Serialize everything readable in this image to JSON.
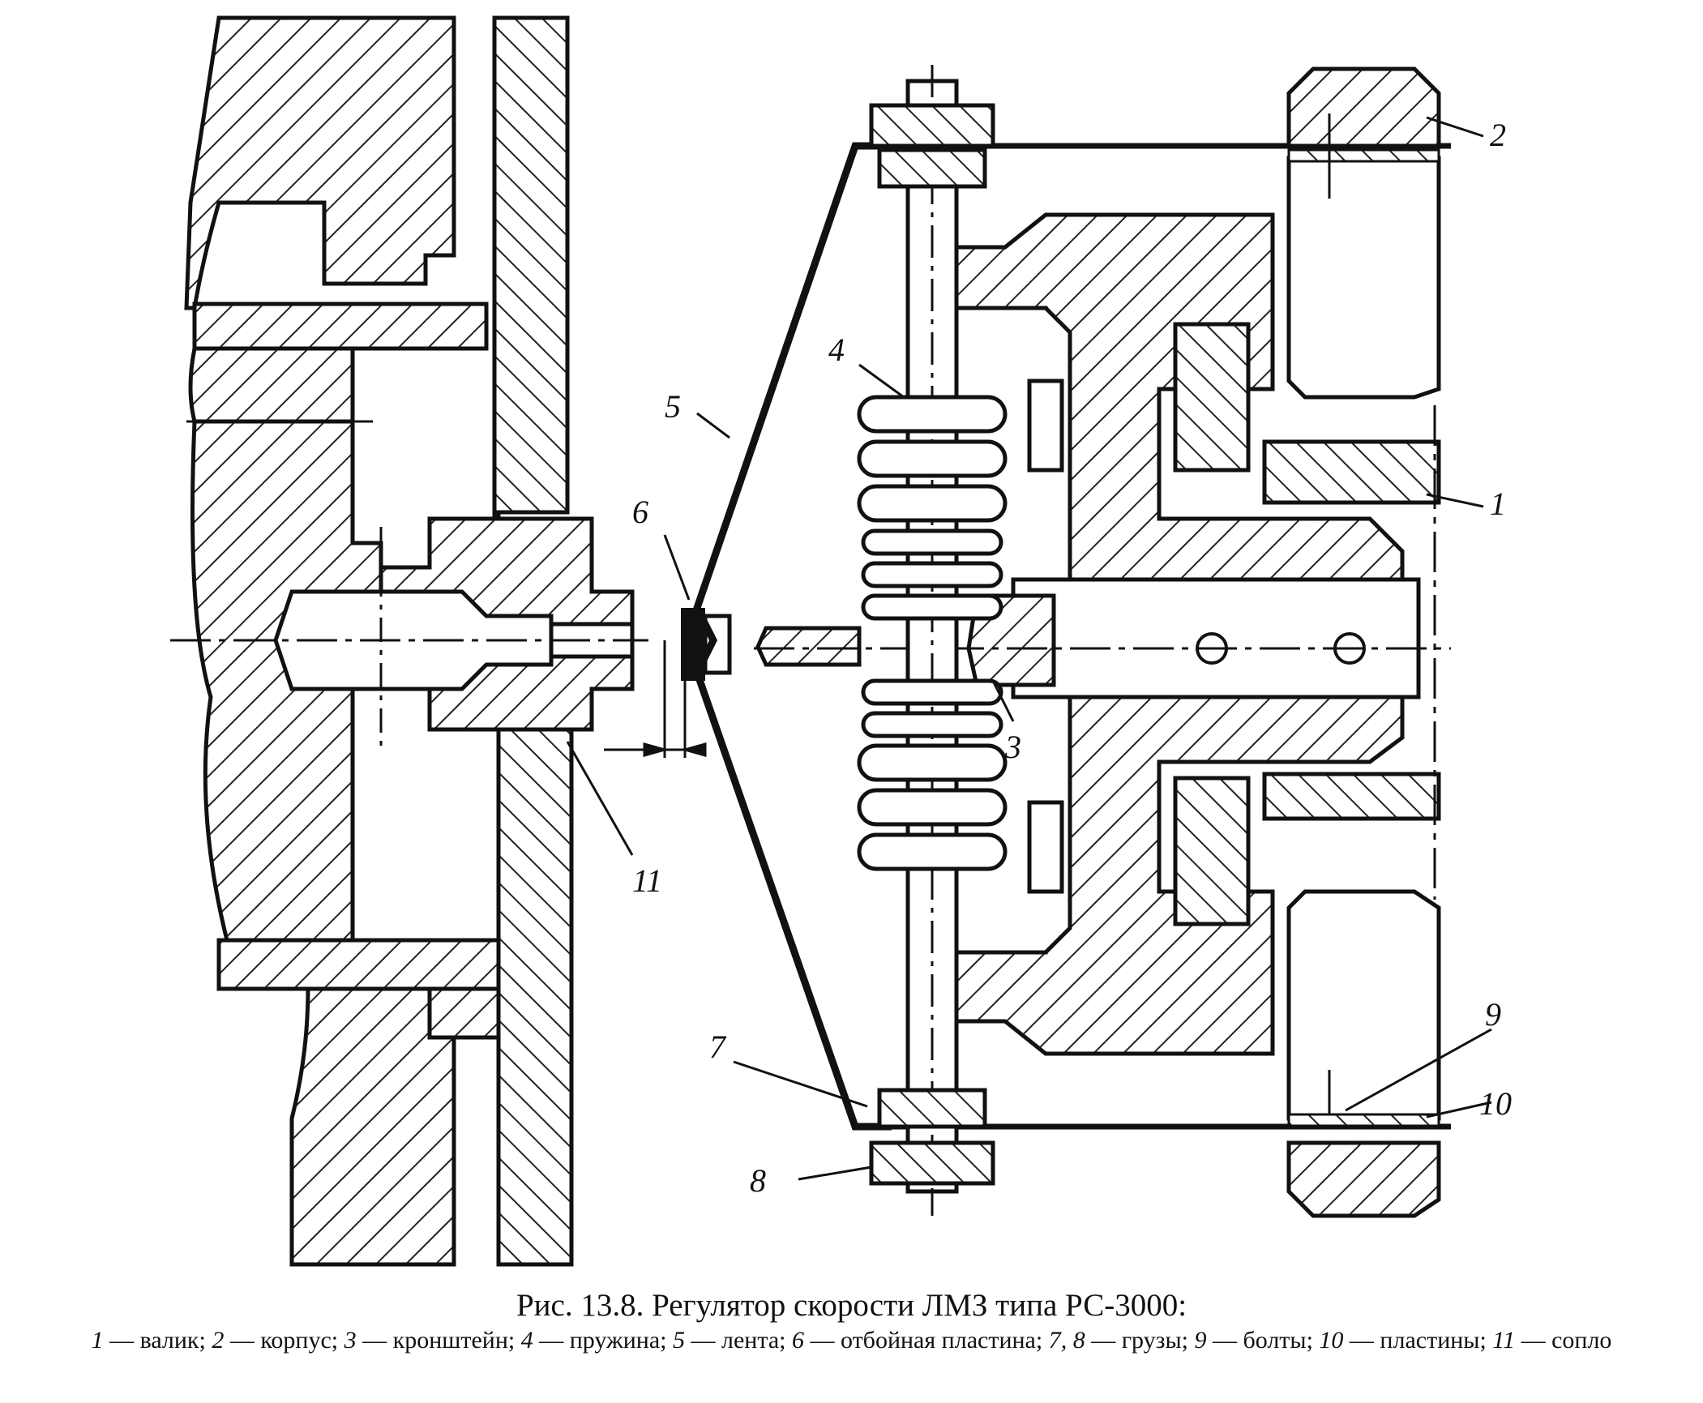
{
  "labels": [
    {
      "id": "1",
      "text": "1"
    },
    {
      "id": "2",
      "text": "2"
    },
    {
      "id": "3",
      "text": "3"
    },
    {
      "id": "4",
      "text": "4"
    },
    {
      "id": "5",
      "text": "5"
    },
    {
      "id": "6",
      "text": "6"
    },
    {
      "id": "7",
      "text": "7"
    },
    {
      "id": "8",
      "text": "8"
    },
    {
      "id": "9",
      "text": "9"
    },
    {
      "id": "10",
      "text": "10"
    },
    {
      "id": "11",
      "text": "11"
    }
  ],
  "caption": {
    "title": "Рис. 13.8. Регулятор скорости ЛМЗ типа РС-3000:",
    "legend": [
      {
        "num": "1",
        "text": " — валик; "
      },
      {
        "num": "2",
        "text": " — корпус; "
      },
      {
        "num": "3",
        "text": " — кронштейн; "
      },
      {
        "num": "4",
        "text": " — пружина; "
      },
      {
        "num": "5",
        "text": " — лента; "
      },
      {
        "num": "6",
        "text": " — отбойная пластина; "
      },
      {
        "num": "7, 8",
        "text": " — грузы; "
      },
      {
        "num": "9",
        "text": " — болты; "
      },
      {
        "num": "10",
        "text": " — пластины; "
      },
      {
        "num": "11",
        "text": " — сопло"
      }
    ]
  }
}
